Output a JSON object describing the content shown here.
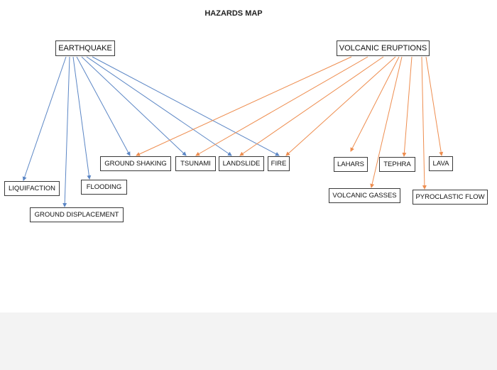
{
  "title": "HAZARDS MAP",
  "colors": {
    "earthquake_edge": "#5b86c5",
    "volcanic_edge": "#ee8d4f"
  },
  "roots": {
    "earthquake": "EARTHQUAKE",
    "volcanic": "VOLCANIC ERUPTIONS"
  },
  "nodes": {
    "liquifaction": "LIQUIFACTION",
    "ground_displacement": "GROUND DISPLACEMENT",
    "flooding": "FLOODING",
    "ground_shaking": "GROUND SHAKING",
    "tsunami": "TSUNAMI",
    "landslide": "LANDSLIDE",
    "fire": "FIRE",
    "lahars": "LAHARS",
    "volcanic_gasses": "VOLCANIC GASSES",
    "tephra": "TEPHRA",
    "pyroclastic_flow": "PYROCLASTIC FLOW",
    "lava": "LAVA"
  },
  "edges": [
    {
      "from": "earthquake",
      "to": "liquifaction"
    },
    {
      "from": "earthquake",
      "to": "ground_displacement"
    },
    {
      "from": "earthquake",
      "to": "flooding"
    },
    {
      "from": "earthquake",
      "to": "ground_shaking"
    },
    {
      "from": "earthquake",
      "to": "tsunami"
    },
    {
      "from": "earthquake",
      "to": "landslide"
    },
    {
      "from": "earthquake",
      "to": "fire"
    },
    {
      "from": "volcanic",
      "to": "ground_shaking"
    },
    {
      "from": "volcanic",
      "to": "tsunami"
    },
    {
      "from": "volcanic",
      "to": "landslide"
    },
    {
      "from": "volcanic",
      "to": "fire"
    },
    {
      "from": "volcanic",
      "to": "lahars"
    },
    {
      "from": "volcanic",
      "to": "volcanic_gasses"
    },
    {
      "from": "volcanic",
      "to": "tephra"
    },
    {
      "from": "volcanic",
      "to": "pyroclastic_flow"
    },
    {
      "from": "volcanic",
      "to": "lava"
    }
  ]
}
